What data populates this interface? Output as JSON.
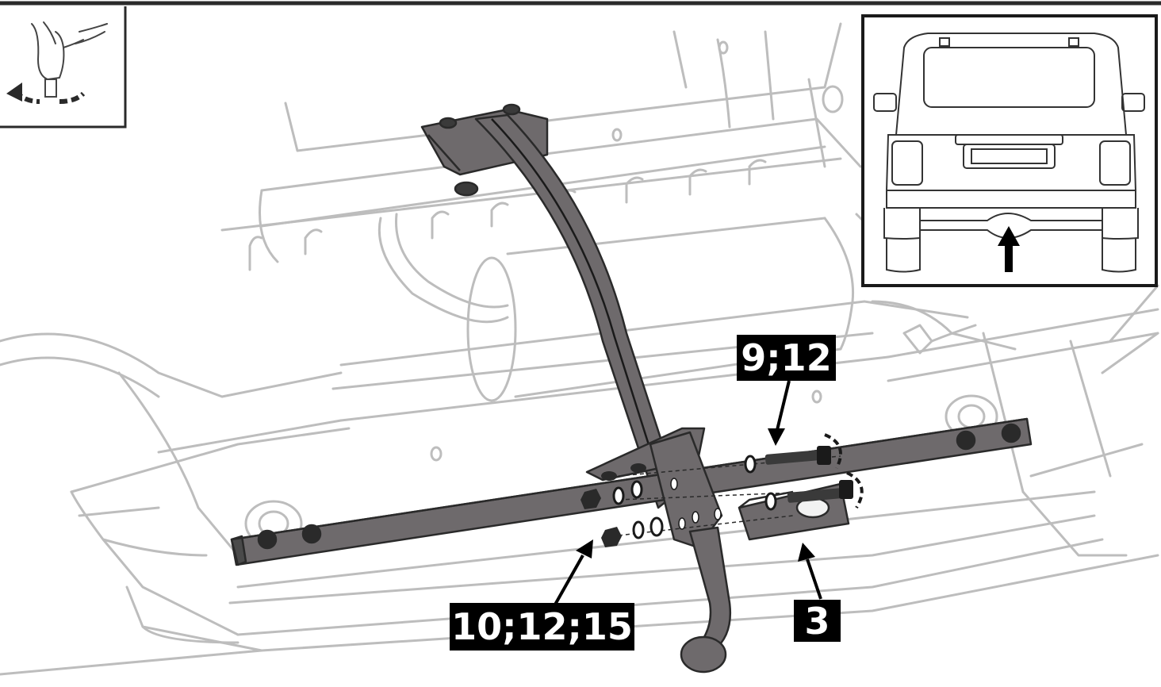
{
  "labels": {
    "bolt_group_upper": "9;12",
    "bolt_group_lower": "10;12;15",
    "bracket_part": "3"
  },
  "icons": {
    "instruction": "hand-tighten-icon",
    "inset_vehicle": "car-rear-view-icon",
    "inset_pointer": "up-arrow-icon"
  },
  "colors": {
    "line_art": "#bdbdbd",
    "part_fill": "#6e6a6c",
    "part_outline": "#2a2a2a",
    "label_bg": "#000000",
    "label_text": "#ffffff"
  }
}
